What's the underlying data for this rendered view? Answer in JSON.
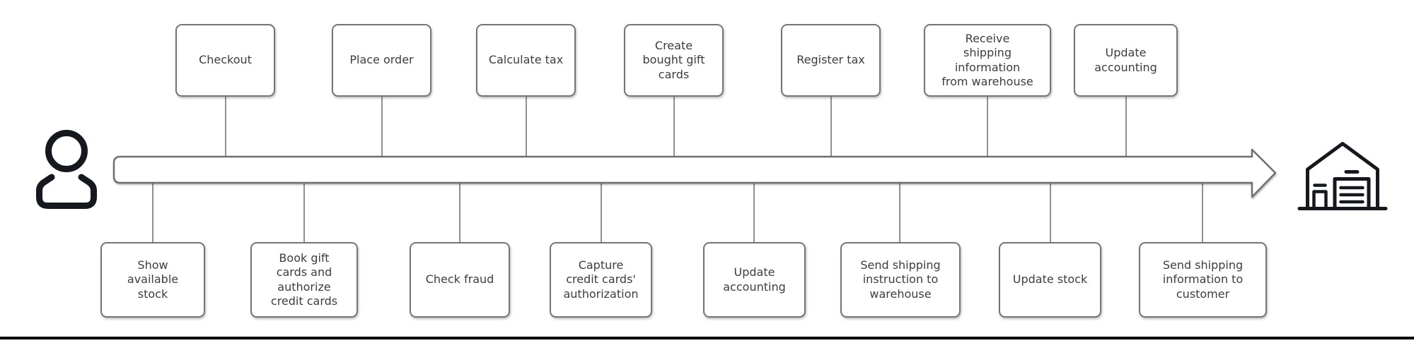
{
  "timeline": {
    "arrow_direction": "left-to-right",
    "left_actor_icon": "person-icon",
    "right_actor_icon": "warehouse-icon",
    "top_steps": [
      "Checkout",
      "Place order",
      "Calculate tax",
      "Create bought gift cards",
      "Register tax",
      "Receive shipping information from warehouse",
      "Update accounting"
    ],
    "bottom_steps": [
      "Show available stock",
      "Book gift cards and authorize credit cards",
      "Check fraud",
      "Capture credit cards' authorization",
      "Update accounting",
      "Send shipping instruction to warehouse",
      "Update stock",
      "Send shipping information to customer"
    ]
  },
  "colors": {
    "background": "#ffffff",
    "box_fill": "#ffffff",
    "box_border": "#757575",
    "text": "#3d3d3d",
    "arrow_outline": "#6f6f6f",
    "connector": "#6b6b6b",
    "icon": "#15191e",
    "bottom_bar": "#000000"
  }
}
